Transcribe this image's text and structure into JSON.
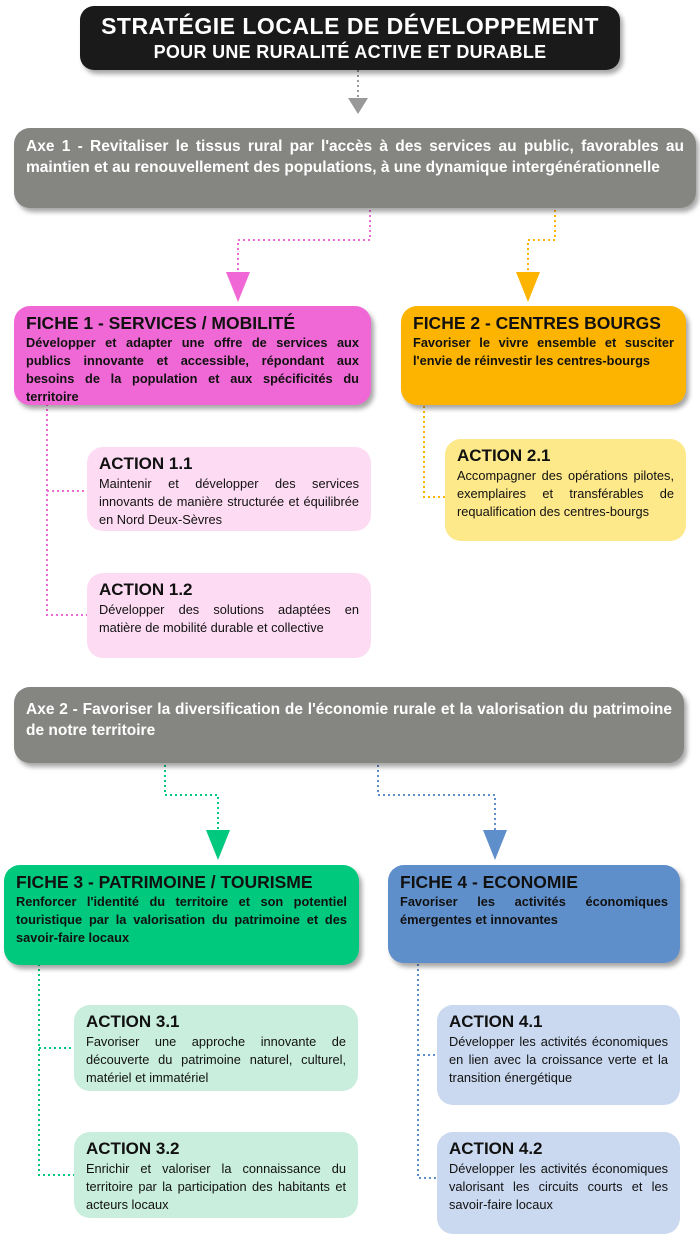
{
  "title": {
    "line1": "STRATÉGIE LOCALE DE DÉVELOPPEMENT",
    "line2": "POUR UNE RURALITÉ ACTIVE ET DURABLE"
  },
  "axes": [
    {
      "text": "Axe 1 - Revitaliser le tissus rural par l'accès à des services au public, favorables au maintien et au renouvellement des populations, à une dynamique intergénérationnelle"
    },
    {
      "text": "Axe 2 - Favoriser la diversification de l'économie rurale et la valorisation du patrimoine de notre territoire"
    }
  ],
  "fiches": [
    {
      "title": "FICHE 1 - SERVICES / MOBILITÉ",
      "text": "Développer et adapter une offre de services aux publics innovante et accessible, répondant aux besoins de la population et aux spécificités du territoire"
    },
    {
      "title": "FICHE 2 - CENTRES BOURGS",
      "text": "Favoriser le vivre ensemble et susciter l'envie de réinvestir les centres-bourgs"
    },
    {
      "title": "FICHE 3 - PATRIMOINE / TOURISME",
      "text": "Renforcer l'identité du territoire et son potentiel touristique par la valorisation du patrimoine et des savoir-faire locaux"
    },
    {
      "title": "FICHE 4 - ECONOMIE",
      "text": "Favoriser les activités économiques émergentes et innovantes"
    }
  ],
  "actions": [
    {
      "title": "ACTION 1.1",
      "text": "Maintenir et développer des services innovants de manière structurée et équilibrée en Nord Deux-Sèvres"
    },
    {
      "title": "ACTION 1.2",
      "text": "Développer des solutions adaptées en matière de mobilité durable et collective"
    },
    {
      "title": "ACTION 2.1",
      "text": "Accompagner des opérations pilotes, exemplaires et transférables de requalification des centres-bourgs"
    },
    {
      "title": "ACTION 3.1",
      "text": "Favoriser une approche innovante de découverte du patrimoine naturel, culturel, matériel et immatériel"
    },
    {
      "title": "ACTION 3.2",
      "text": "Enrichir et valoriser la connaissance du territoire par la participation des habitants et acteurs locaux"
    },
    {
      "title": "ACTION 4.1",
      "text": "Développer les activités économiques en lien avec la croissance verte et la transition énergétique"
    },
    {
      "title": "ACTION 4.2",
      "text": "Développer les activités économiques valorisant les circuits courts et les savoir-faire locaux"
    }
  ],
  "colors": {
    "title_bg": "#1a1a1a",
    "axe_bg": "#858582",
    "fiche1": "#f068d6",
    "action1": "#fddcf3",
    "fiche2": "#fdb400",
    "action2": "#fde88a",
    "fiche3": "#00c87d",
    "action3": "#c9eedd",
    "fiche4": "#5f8fcb",
    "action4": "#cad9ef",
    "connector_grey": "#999999"
  }
}
